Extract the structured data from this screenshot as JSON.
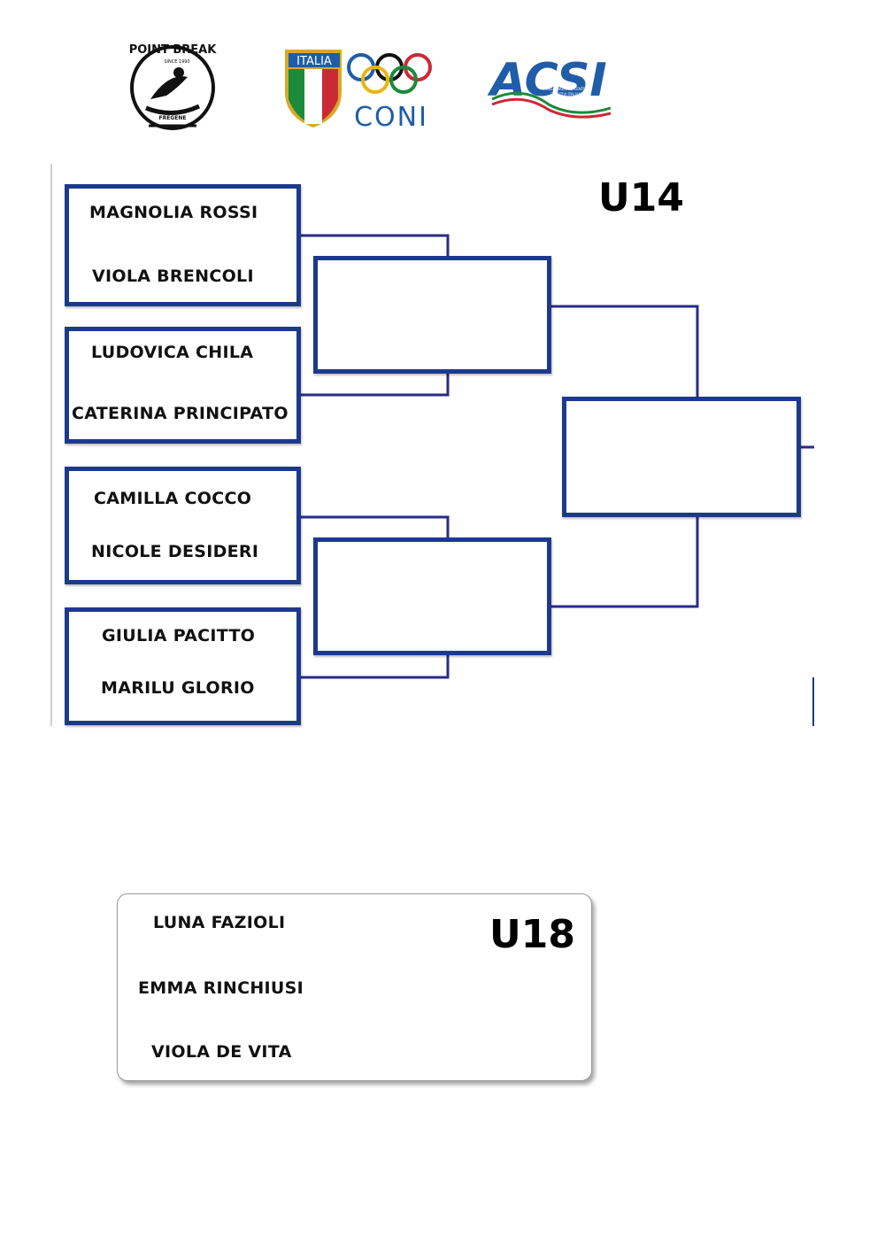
{
  "logos": {
    "pointbreak": {
      "top_text": "POINT BREAK",
      "since_text": "SINCE 1990",
      "bottom_text": "FREGENE"
    },
    "coni": {
      "flag_label": "ITALIA",
      "name": "CONI"
    },
    "acsi": {
      "name": "ACSI",
      "subtitle_line1": "ASSOCIAZIONE CENTRI",
      "subtitle_line2": "SPORTIVI ITALIANI"
    }
  },
  "u14": {
    "heading": "U14",
    "heats": [
      {
        "athletes": [
          "MAGNOLIA ROSSI",
          "VIOLA BRENCOLI"
        ]
      },
      {
        "athletes": [
          "LUDOVICA CHILA",
          "CATERINA PRINCIPATO"
        ]
      },
      {
        "athletes": [
          "CAMILLA COCCO",
          "NICOLE DESIDERI"
        ]
      },
      {
        "athletes": [
          "GIULIA PACITTO",
          "MARILU GLORIO"
        ]
      }
    ]
  },
  "u18": {
    "heading": "U18",
    "athletes": [
      "LUNA FAZIOLI",
      "EMMA RINCHIUSI",
      "VIOLA DE VITA"
    ]
  },
  "colors": {
    "bracket_border": "#1c3a8c",
    "connector": "#2a2a8a",
    "coni_blue": "#1f5da8"
  }
}
